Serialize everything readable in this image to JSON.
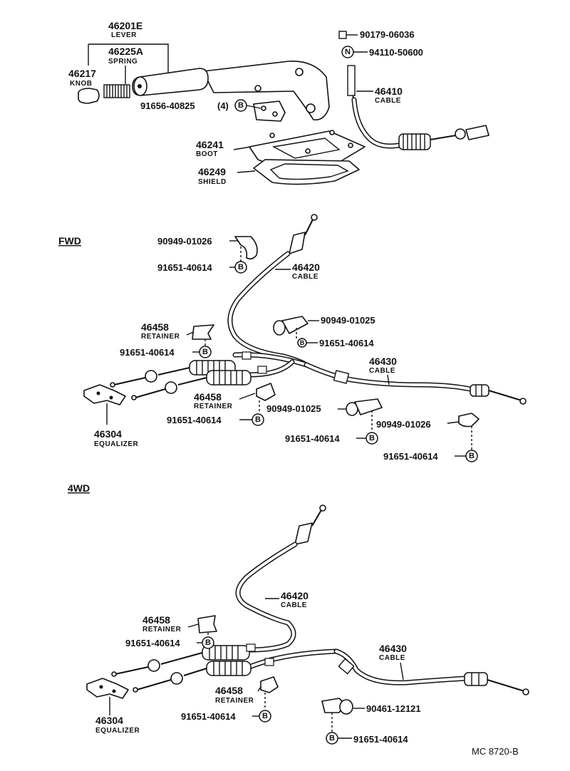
{
  "top": {
    "lever": {
      "part": "46201E",
      "name": "LEVER"
    },
    "spring": {
      "part": "46225A",
      "name": "SPRING"
    },
    "knob": {
      "part": "46217",
      "name": "KNOB"
    },
    "bolt": {
      "part": "91656-40825",
      "qty": "(4)",
      "badge": "B"
    },
    "boot": {
      "part": "46241",
      "name": "BOOT"
    },
    "shield": {
      "part": "46249",
      "name": "SHIELD"
    },
    "nut": {
      "part": "90179-06036"
    },
    "pin": {
      "part": "94110-50600",
      "badge": "N"
    },
    "cable": {
      "part": "46410",
      "name": "CABLE"
    }
  },
  "fwd": {
    "section": "FWD",
    "clamp_top": {
      "part": "90949-01026"
    },
    "bolt_top": {
      "part": "91651-40614",
      "badge": "B"
    },
    "cable_front": {
      "part": "46420",
      "name": "CABLE"
    },
    "clamp_mid": {
      "part": "90949-01025"
    },
    "bolt_mid": {
      "part": "91651-40614",
      "badge": "B"
    },
    "retainer_upper": {
      "part": "46458",
      "name": "RETAINER"
    },
    "bolt_retainer_upper": {
      "part": "91651-40614",
      "badge": "B"
    },
    "cable_rear": {
      "part": "46430",
      "name": "CABLE"
    },
    "retainer_lower": {
      "part": "46458",
      "name": "RETAINER"
    },
    "bolt_retainer_lower": {
      "part": "91651-40614",
      "badge": "B"
    },
    "clamp_low": {
      "part": "90949-01025"
    },
    "bolt_low": {
      "part": "91651-40614",
      "badge": "B"
    },
    "clamp_end": {
      "part": "90949-01026"
    },
    "bolt_end": {
      "part": "91651-40614",
      "badge": "B"
    },
    "equalizer": {
      "part": "46304",
      "name": "EQUALIZER"
    }
  },
  "fourwd": {
    "section": "4WD",
    "cable_front": {
      "part": "46420",
      "name": "CABLE"
    },
    "retainer_upper": {
      "part": "46458",
      "name": "RETAINER"
    },
    "bolt_retainer_upper": {
      "part": "91651-40614",
      "badge": "B"
    },
    "cable_rear": {
      "part": "46430",
      "name": "CABLE"
    },
    "retainer_lower": {
      "part": "46458",
      "name": "RETAINER"
    },
    "bolt_retainer_lower": {
      "part": "91651-40614",
      "badge": "B"
    },
    "clamp": {
      "part": "90461-12121"
    },
    "bolt_clamp": {
      "part": "91651-40614",
      "badge": "B"
    },
    "equalizer": {
      "part": "46304",
      "name": "EQUALIZER"
    }
  },
  "footer": {
    "code": "MC 8720-B"
  }
}
